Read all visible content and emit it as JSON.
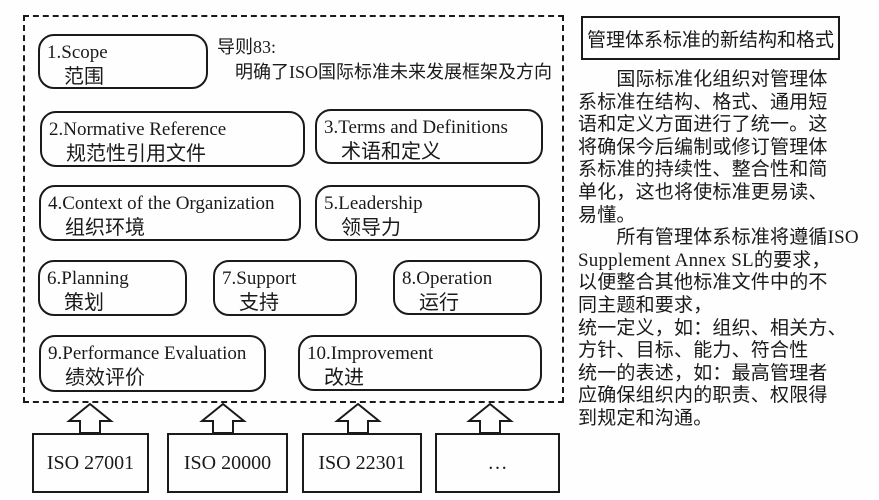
{
  "diagram": {
    "guideline": "导则83:\n　明确了ISO国际标准未来发展框架及方向",
    "clauses": [
      {
        "en": "1.Scope",
        "zh": "范围"
      },
      {
        "en": "2.Normative Reference",
        "zh": "规范性引用文件"
      },
      {
        "en": "3.Terms and Definitions",
        "zh": "术语和定义"
      },
      {
        "en": "4.Context of the Organization",
        "zh": "组织环境"
      },
      {
        "en": "5.Leadership",
        "zh": "领导力"
      },
      {
        "en": "6.Planning",
        "zh": "策划"
      },
      {
        "en": "7.Support",
        "zh": "支持"
      },
      {
        "en": "8.Operation",
        "zh": "运行"
      },
      {
        "en": "9.Performance Evaluation",
        "zh": "绩效评价"
      },
      {
        "en": "10.Improvement",
        "zh": "改进"
      }
    ],
    "standards": [
      "ISO 27001",
      "ISO 20000",
      "ISO 22301",
      "…"
    ]
  },
  "panel": {
    "title": "管理体系标准的新结构和格式",
    "body": "　　国际标准化组织对管理体\n系标准在结构、格式、通用短\n语和定义方面进行了统一。这\n将确保今后编制或修订管理体\n系标准的持续性、整合性和简\n单化，这也将使标准更易读、\n易懂。\n　　所有管理体系标准将遵循ISO\nSupplement Annex SL的要求，\n以便整合其他标准文件中的不\n同主题和要求，\n统一定义，如：组织、相关方、\n方针、目标、能力、符合性\n统一的表述，如：最高管理者\n应确保组织内的职责、权限得\n到规定和沟通。"
  },
  "colors": {
    "ink": "#1a1a1a",
    "background": "#ffffff"
  }
}
